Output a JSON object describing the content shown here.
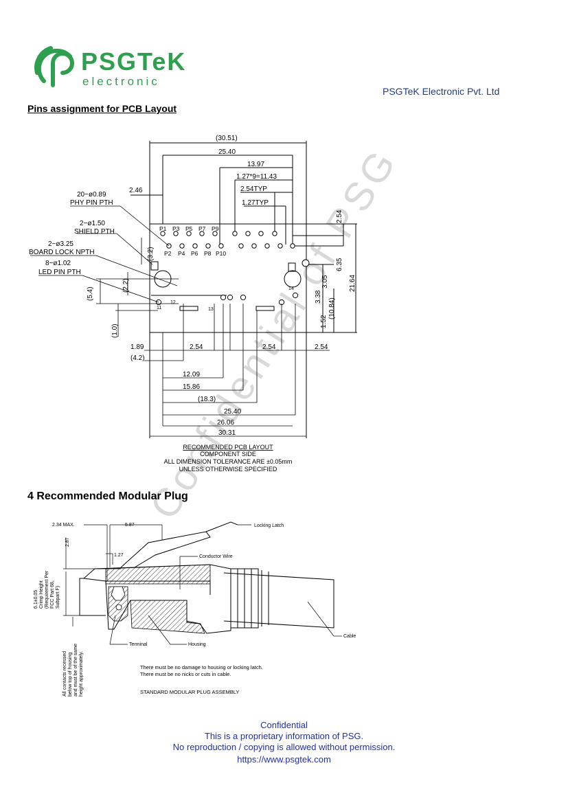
{
  "header": {
    "logo_text": "PSGTeK",
    "logo_subtext": "electronic",
    "company_name": "PSGTeK Electronic Pvt. Ltd",
    "brand_color": "#2e9e4f",
    "company_color": "#1f3b8a"
  },
  "section_pcb": {
    "title": "Pins assignment for PCB Layout",
    "dims": {
      "overall": "(30.51)",
      "d2540_top": "25.40",
      "d1397": "13.97",
      "d1127": "1.27*9=11.43",
      "d254typ": "2.54TYP",
      "d127typ": "1.27TYP",
      "d246": "2.46",
      "phy": "20−ø0.89",
      "phy_label": "PHY PIN PTH",
      "shield": "2−ø1.50",
      "shield_label": "SHIELD PTH",
      "board": "2−ø3.25",
      "board_label": "BOARD LOCK NPTH",
      "led": "8−ø1.02",
      "led_label": "LED PIN PTH",
      "d32": "(3.2)",
      "d22": "(2.2)",
      "d54": "(5.4)",
      "d10": "(1.0)",
      "r254": "2.54",
      "r635": "6.35",
      "r2164": "21.64",
      "r305": "3.05",
      "r338": "3.38",
      "r1084": "(10.84)",
      "r152": "1.52",
      "b189": "1.89",
      "b42": "(4.2)",
      "b254a": "2.54",
      "b254b": "2.54",
      "b254c": "2.54",
      "b1209": "12.09",
      "b1586": "15.86",
      "b183": "(18.3)",
      "b2540": "25.40",
      "b2606": "26.06",
      "b3031": "30.31"
    },
    "pins_top": [
      "P1",
      "P3",
      "P5",
      "P7",
      "P9"
    ],
    "pins_bottom": [
      "P2",
      "P4",
      "P6",
      "P8",
      "P10"
    ],
    "led_pins": [
      "11",
      "12",
      "13",
      "14"
    ],
    "notes": [
      "RECOMMENDED PCB LAYOUT",
      "COMPONENT SIDE",
      "ALL DIMENSION TOLERANCE ARE ±0.05mm",
      "UNLESS OTHERWISE SPECIFIED"
    ]
  },
  "section_plug": {
    "title": "4 Recommended Modular Plug",
    "labels": {
      "max": "2.34 MAX.",
      "d587": "5.87",
      "d287": "2.87",
      "d127": "1.27",
      "latch": "Locking Latch",
      "wire": "Conductor Wire",
      "cable": "Cable",
      "terminal": "Terminal",
      "housing": "Housing",
      "crimp1": "6.1±0.05",
      "crimp2": "Crimp Height",
      "crimp3": "(Requirement Per",
      "crimp4": "FCC Part 68,",
      "crimp5": "Subpart F)",
      "contacts1": "All contacts recessed",
      "contacts2": "below top of housing",
      "contacts3": "and must be of the same",
      "contacts4": "height approximately."
    },
    "notes": [
      "There must be no damage to housing or locking latch.",
      "There must be no nicks or cuts in cable.",
      "STANDARD MODULAR PLUG ASSEMBLY"
    ]
  },
  "watermark": "Confidential of PSG",
  "footer": {
    "line1": "Confidential",
    "line2": "This is a proprietary information of PSG.",
    "line3": "No reproduction / copying is allowed without permission.",
    "url": "https://www.psgtek.com"
  }
}
